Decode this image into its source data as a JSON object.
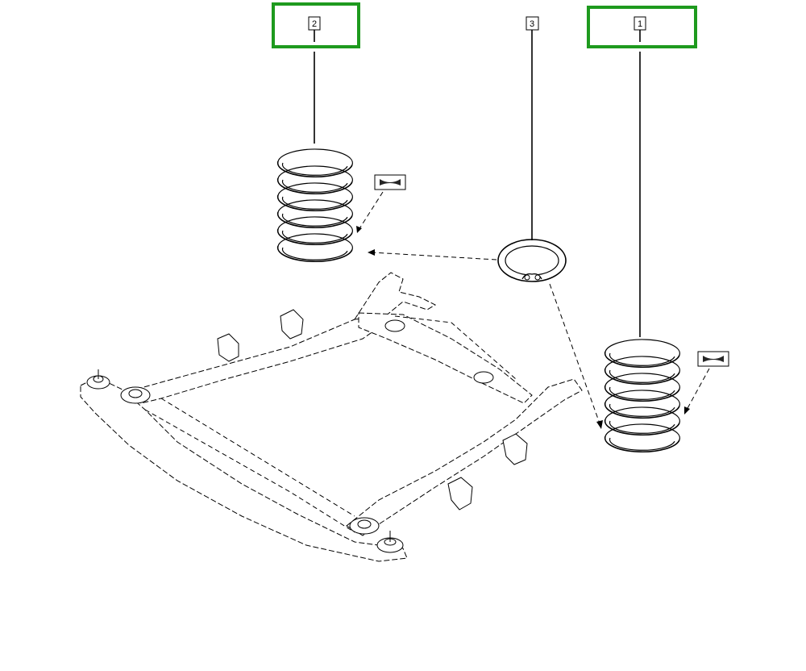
{
  "callouts": [
    {
      "id": "callout-1",
      "label": "1"
    },
    {
      "id": "callout-2",
      "label": "2"
    },
    {
      "id": "callout-3",
      "label": "3"
    }
  ],
  "colors": {
    "highlight": "#1e9a1e",
    "line": "#000000",
    "background": "#ffffff"
  },
  "icons": [
    "spring-marking-tag-icon"
  ]
}
